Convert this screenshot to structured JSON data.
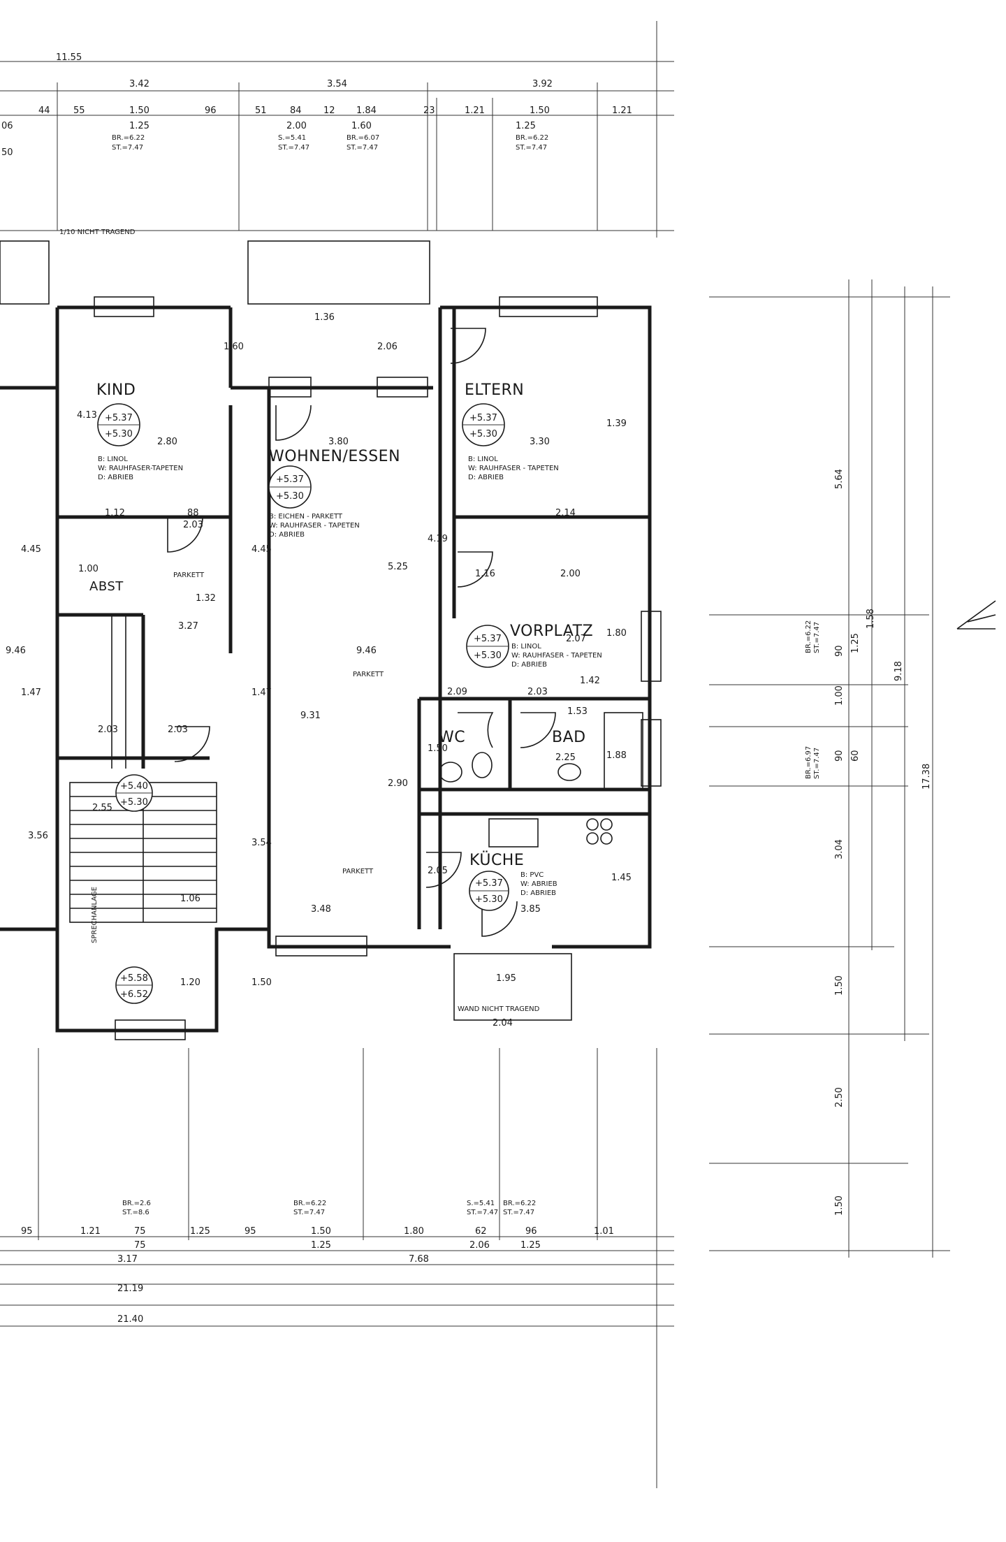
{
  "top_dims": {
    "overall": "11.55",
    "row2": [
      "3.42",
      "3.54",
      "3.92"
    ],
    "row3": [
      "44",
      "55",
      "1.50",
      "96",
      "51",
      "84",
      "12",
      "1.84",
      "23",
      "1.21",
      "1.50",
      "1.21"
    ],
    "row4": [
      "1.25",
      "2.00",
      "1.60",
      "1.25"
    ],
    "left_partial": [
      "06",
      "50"
    ],
    "win1": [
      "BR.=6.22",
      "ST.=7.47"
    ],
    "win2": [
      "S.=5.41",
      "ST.=7.47"
    ],
    "win3": [
      "BR.=6.07",
      "ST.=7.47"
    ],
    "win4": [
      "BR.=6.22",
      "ST.=7.47"
    ],
    "wall_note": "1/10 NICHT TRAGEND"
  },
  "rooms": {
    "kind": {
      "name": "KIND",
      "lvl1": "+5.37",
      "lvl2": "+5.30",
      "width": "2.80",
      "lines": [
        "B: LINOL",
        "W: RAUHFASER-TAPETEN",
        "D: ABRIEB"
      ]
    },
    "wohnen": {
      "name": "WOHNEN/ESSEN",
      "lvl1": "+5.37",
      "lvl2": "+5.30",
      "width": "3.80",
      "lines": [
        "B: EICHEN - PARKETT",
        "W: RAUHFASER - TAPETEN",
        "D: ABRIEB"
      ]
    },
    "eltern": {
      "name": "ELTERN",
      "lvl1": "+5.37",
      "lvl2": "+5.30",
      "width": "3.30",
      "lines": [
        "B: LINOL",
        "W: RAUHFASER - TAPETEN",
        "D: ABRIEB"
      ]
    },
    "abst": {
      "name": "ABST"
    },
    "vorplatz": {
      "name": "VORPLATZ",
      "lvl1": "+5.37",
      "lvl2": "+5.30",
      "lines": [
        "B: LINOL",
        "W: RAUHFASER - TAPETEN",
        "D: ABRIEB"
      ]
    },
    "wc": {
      "name": "WC"
    },
    "bad": {
      "name": "BAD",
      "width": "2.25"
    },
    "kueche": {
      "name": "KÜCHE",
      "lvl1": "+5.37",
      "lvl2": "+5.30",
      "width": "3.85",
      "lines": [
        "B: PVC",
        "W: ABRIEB",
        "D: ABRIEB"
      ]
    },
    "stair": {
      "lvl1": "+5.40",
      "lvl2": "+5.30",
      "width": "2.55"
    },
    "landing": {
      "lvl1": "+5.58",
      "lvl2": "+6.52"
    }
  },
  "interior_dims": {
    "d1": "1.36",
    "d2": "2.06",
    "d3": "1.60",
    "d4": "4.13",
    "d5": "1.39",
    "d6": "4.45",
    "d7": "1.12",
    "d8": "88",
    "d9": "2.03",
    "d10": "2.14",
    "d11": "4.19",
    "d12": "5.25",
    "d13": "1.16",
    "d14": "2.00",
    "d15": "2.07",
    "d16": "1.32",
    "d17": "3.27",
    "d18": "9.46",
    "d19": "1.47",
    "d20": "2.03",
    "d21": "2.03",
    "d22": "9.31",
    "d23": "2.90",
    "d24": "1.42",
    "d25": "3.56",
    "d26": "3.54",
    "d27": "3.48",
    "d28": "1.45",
    "d29": "1.20",
    "d30": "1.50",
    "d31": "1.95",
    "d32": "2.04",
    "d33": "1.80",
    "d34": "1.88",
    "d35": "2.09",
    "d36": "2.03",
    "d37": "1.53",
    "d38": "2.05",
    "d39": "1.50",
    "d40": "1.00",
    "d41": "1.06",
    "parkett": "PARKETT",
    "wand": "WAND NICHT TRAGEND",
    "sprechanlage": "SPRECHANLAGE"
  },
  "bottom_dims": {
    "row1": [
      "95",
      "1.21",
      "75",
      "1.25",
      "95",
      "1.50",
      "1.80",
      "62",
      "96",
      "1.01"
    ],
    "row2": [
      "75",
      "1.25",
      "2.06",
      "1.25"
    ],
    "row3": [
      "3.17",
      "7.68"
    ],
    "row4": "21.19",
    "row5": "21.40",
    "win1": [
      "BR.=2.6",
      "ST.=8.6"
    ],
    "win2": [
      "BR.=6.22",
      "ST.=7.47"
    ],
    "win3": [
      "S.=5.41",
      "ST.=7.47"
    ],
    "win4": [
      "BR.=6.22",
      "ST.=7.47"
    ]
  },
  "right_dims": {
    "v1": "5.64",
    "v2": "1.58",
    "v3": "1.25",
    "v4": "90",
    "v5": "1.00",
    "v6": "90",
    "v7": "60",
    "v8": "3.04",
    "v9": "1.50",
    "v10": "2.50",
    "v11": "1.50",
    "total1": "9.18",
    "total2": "17.38",
    "w1": [
      "BR.=6.22",
      "ST.=7.47"
    ],
    "w2": [
      "BR.=6.97",
      "ST.=7.47"
    ]
  }
}
